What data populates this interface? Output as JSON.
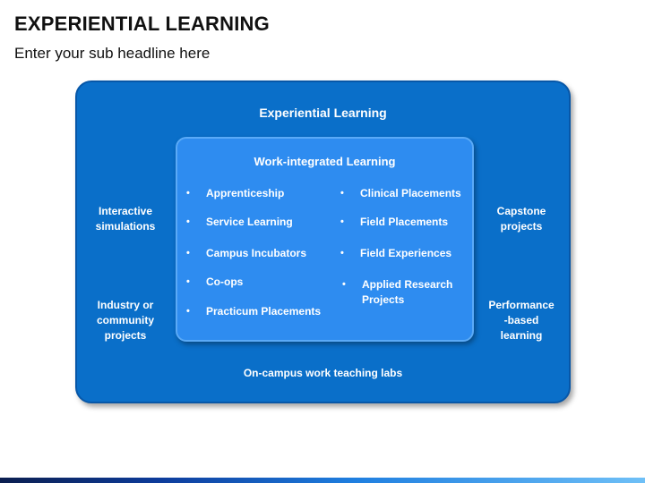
{
  "header": {
    "title": "EXPERIENTIAL LEARNING",
    "subtitle": "Enter your sub headline here"
  },
  "diagram": {
    "outer": {
      "title": "Experiential Learning",
      "left_top": "Interactive\nsimulations",
      "left_bottom": "Industry or\ncommunity\nprojects",
      "right_top": "Capstone\nprojects",
      "right_bottom": "Performance\n-based\nlearning",
      "footer": "On-campus work teaching labs"
    },
    "inner": {
      "title": "Work-integrated Learning",
      "left_items": [
        "Apprenticeship",
        "Service Learning",
        "Campus Incubators",
        "Co-ops",
        "Practicum Placements"
      ],
      "right_items": [
        "Clinical Placements",
        "Field Placements",
        "Field Experiences",
        "Applied Research\nProjects"
      ],
      "bullet": "•"
    }
  },
  "colors": {
    "outer_fill": "#0a6fc9",
    "inner_fill": "#2e8cf0",
    "text": "#ffffff"
  }
}
